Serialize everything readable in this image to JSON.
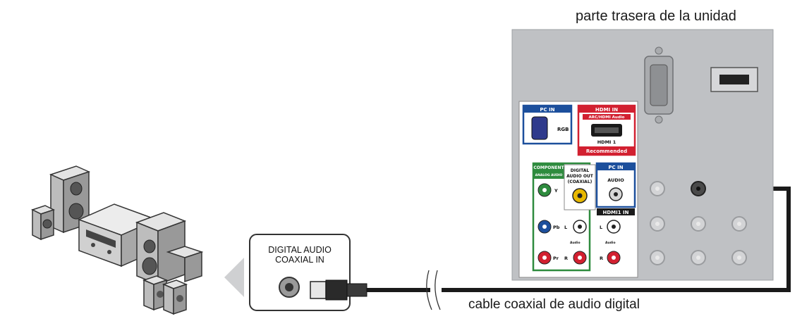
{
  "captions": {
    "rear_of_unit": "parte trasera de la unidad",
    "cable": "cable coaxial de audio digital"
  },
  "receiver_box": {
    "line1": "DIGITAL AUDIO",
    "line2": "COAXIAL IN"
  },
  "panel": {
    "pc_in": "PC IN",
    "rgb": "RGB",
    "hdmi_in": "HDMI IN",
    "hdmi_sub": "ARC/HDMI Audio",
    "hdmi_port": "HDMI 1",
    "recommended": "Recommended",
    "component": "COMPONENT",
    "component_sub": "ANALOG AUDIO",
    "digital_line1": "DIGITAL",
    "digital_line2": "AUDIO OUT",
    "digital_line3": "(COAXIAL)",
    "pc_in_audio": "PC IN",
    "audio": "AUDIO",
    "hdmi1_in": "HDMI1 IN",
    "y": "Y",
    "pb": "Pb",
    "pr": "Pr",
    "l": "L",
    "r": "R",
    "audio_small": "Audio"
  },
  "colors": {
    "panel_bg": "#bfc1c4",
    "component_green": "#2e8b3e",
    "pc_blue": "#1c4f9c",
    "hdmi_red": "#d22030",
    "coax_yellow": "#e8b800",
    "cable": "#1a1a1a"
  }
}
